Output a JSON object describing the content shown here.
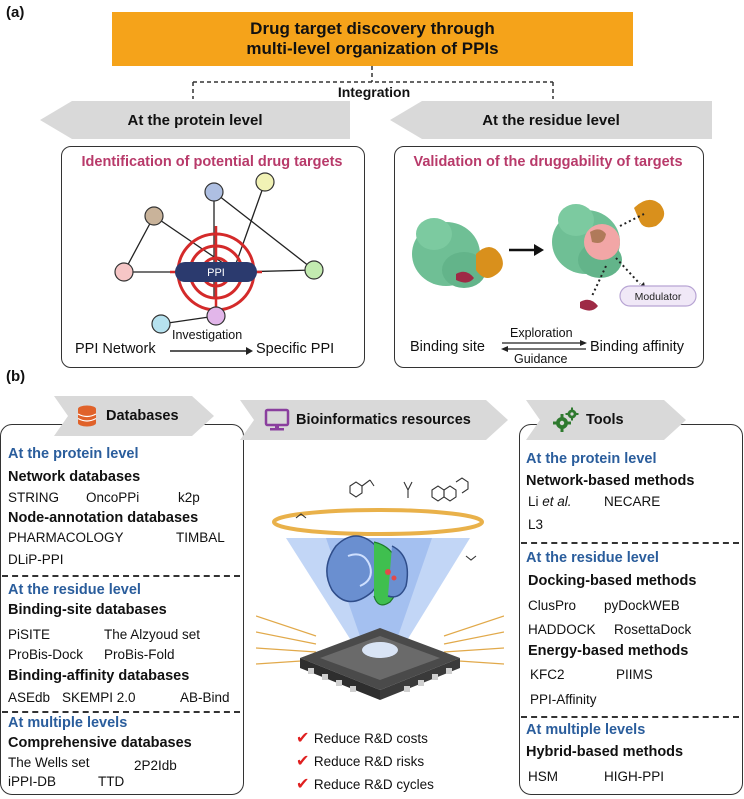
{
  "panel_a": {
    "label": "(a)",
    "banner_line1": "Drug target discovery through",
    "banner_line2": "multi-level organization of PPIs",
    "integration": "Integration",
    "protein_level": "At the protein level",
    "residue_level": "At the residue level",
    "left_title": "Identification of potential drug targets",
    "right_title": "Validation of the druggability of targets",
    "ppi": "PPI",
    "ppi_network": "PPI Network",
    "investigation": "Investigation",
    "specific_ppi": "Specific PPI",
    "modulator": "Modulator",
    "binding_site": "Binding site",
    "exploration": "Exploration",
    "guidance": "Guidance",
    "binding_affinity": "Binding affinity"
  },
  "panel_b": {
    "label": "(b)",
    "databases_tab": "Databases",
    "bioinf_tab": "Bioinformatics resources",
    "tools_tab": "Tools",
    "databases": {
      "protein_level": "At the protein level",
      "network_db": "Network databases",
      "network_items": [
        "STRING",
        "OncoPPi",
        "k2p"
      ],
      "node_db": "Node-annotation databases",
      "node_items": [
        "PHARMACOLOGY",
        "TIMBAL",
        "DLiP-PPI"
      ],
      "residue_level": "At the residue level",
      "binding_site_db": "Binding-site databases",
      "binding_site_items": [
        "PiSITE",
        "The Alzyoud set",
        "ProBis-Dock",
        "ProBis-Fold"
      ],
      "binding_affinity_db": "Binding-affinity databases",
      "binding_affinity_items": [
        "ASEdb",
        "SKEMPI 2.0",
        "AB-Bind"
      ],
      "multiple_levels": "At multiple levels",
      "comprehensive_db": "Comprehensive databases",
      "comprehensive_items": [
        "The Wells set",
        "2P2Idb",
        "iPPI-DB",
        "TTD"
      ]
    },
    "tools": {
      "protein_level": "At the protein level",
      "network_methods": "Network-based methods",
      "li_prefix": "Li ",
      "li_etal": "et al.",
      "network_items": [
        "NECARE",
        "L3"
      ],
      "residue_level": "At the residue level",
      "docking_methods": "Docking-based methods",
      "docking_items": [
        "ClusPro",
        "pyDockWEB",
        "HADDOCK",
        "RosettaDock"
      ],
      "energy_methods": "Energy-based methods",
      "energy_items": [
        "KFC2",
        "PIIMS",
        "PPI-Affinity"
      ],
      "multiple_levels": "At multiple levels",
      "hybrid_methods": "Hybrid-based methods",
      "hybrid_items": [
        "HSM",
        "HIGH-PPI"
      ]
    },
    "reduce": [
      "Reduce R&D costs",
      "Reduce R&D risks",
      "Reduce R&D cycles"
    ]
  },
  "colors": {
    "banner": "#f5a31a",
    "arrow_grey": "#d9d9d9",
    "title_pink": "#b83a6a",
    "level_blue": "#2a5d9c",
    "ppi_navy": "#2b3a6e",
    "target_red": "#d42a2a",
    "protein_green": "#6fbf95",
    "ligand_orange": "#d9901c",
    "check_red": "#e02020"
  }
}
